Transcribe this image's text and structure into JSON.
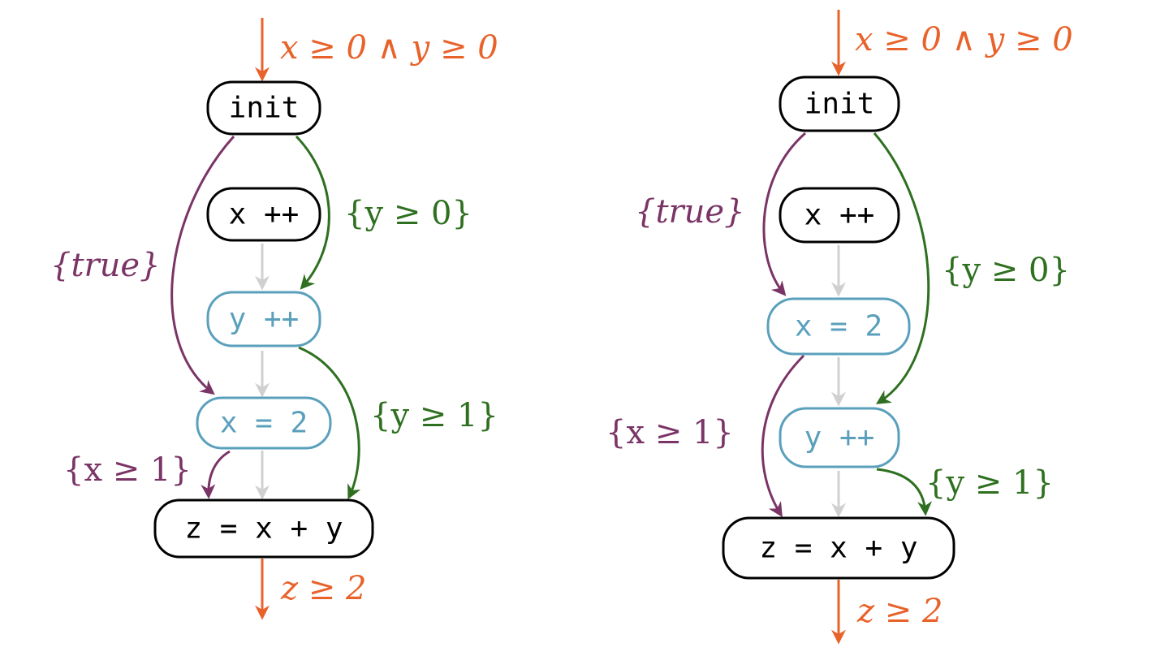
{
  "colors": {
    "spec": "#E8622A",
    "purple": "#7A3466",
    "green": "#2E7020",
    "highlight": "#5AA0BC",
    "node": "#000000",
    "flow": "#D0D0D0"
  },
  "left": {
    "pre": "x ≥ 0 ∧ y ≥ 0",
    "post": "z ≥ 2",
    "nodes": {
      "init": "init",
      "xinc": "x ++",
      "yinc": "y ++",
      "xassign": "x = 2",
      "zassign": "z = x + y"
    },
    "labels": {
      "true": "{true}",
      "y0": "{y ≥ 0}",
      "y1": "{y ≥ 1}",
      "x1": "{x ≥ 1}"
    }
  },
  "right": {
    "pre": "x ≥ 0 ∧ y ≥ 0",
    "post": "z ≥ 2",
    "nodes": {
      "init": "init",
      "xinc": "x ++",
      "xassign": "x = 2",
      "yinc": "y ++",
      "zassign": "z = x + y"
    },
    "labels": {
      "true": "{true}",
      "y0": "{y ≥ 0}",
      "x1": "{x ≥ 1}",
      "y1": "{y ≥ 1}"
    }
  }
}
